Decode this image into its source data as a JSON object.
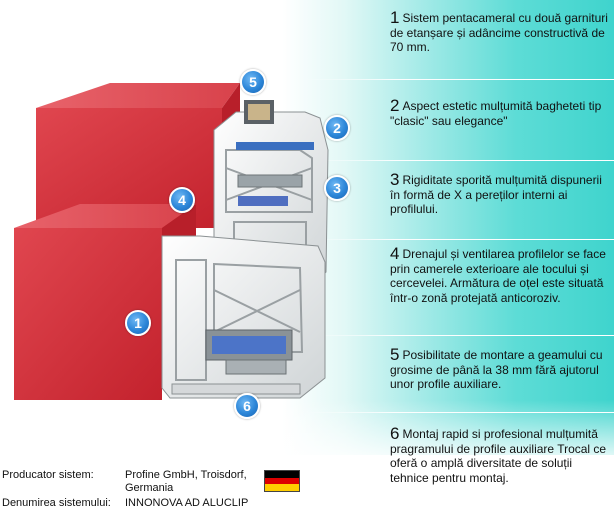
{
  "features": [
    {
      "number": "1",
      "text": "Sistem pentacameral cu două garnituri de etanșare și adâncime constructivă de 70  mm."
    },
    {
      "number": "2",
      "text": "Aspect estetic mulțumită bagheteti tip \"clasic\" sau elegance\""
    },
    {
      "number": "3",
      "text": "Rigiditate sporită mulțumită dispunerii în formă de X a pereților interni ai profilului."
    },
    {
      "number": "4",
      "text": "Drenajul și ventilarea profilelor se face prin camerele exterioare ale tocului și cercevelei. Armătura de oțel este situată într-o zonă protejată anticoroziv."
    },
    {
      "number": "5",
      "text": "Posibilitate de montare a geamului cu grosime de până la 38 mm fără ajutorul unor profile auxiliare."
    },
    {
      "number": "6",
      "text": "Montaj rapid si profesional mulțumită pragramului de profile auxiliare Trocal ce oferă o amplă diversitate de soluții tehnice pentru montaj."
    }
  ],
  "badges": [
    "1",
    "2",
    "3",
    "4",
    "5",
    "6"
  ],
  "footer": {
    "producer_label": "Producator sistem:",
    "producer_value_line1": "Profine GmbH, Troisdorf,",
    "producer_value_line2": "Germania",
    "system_label": "Denumirea sistemului:",
    "system_value": "INNONOVA AD ALUCLIP"
  },
  "flag_icon": "germany-flag-icon",
  "colors": {
    "accent_teal": "#3fd4cd",
    "badge_blue": "#2c86d8",
    "profile_red": "#d4333f",
    "profile_white": "#eef0f0",
    "gasket_blue": "#3a6fc0",
    "flag_black": "#000000",
    "flag_red": "#dd0000",
    "flag_gold": "#ffce00"
  }
}
